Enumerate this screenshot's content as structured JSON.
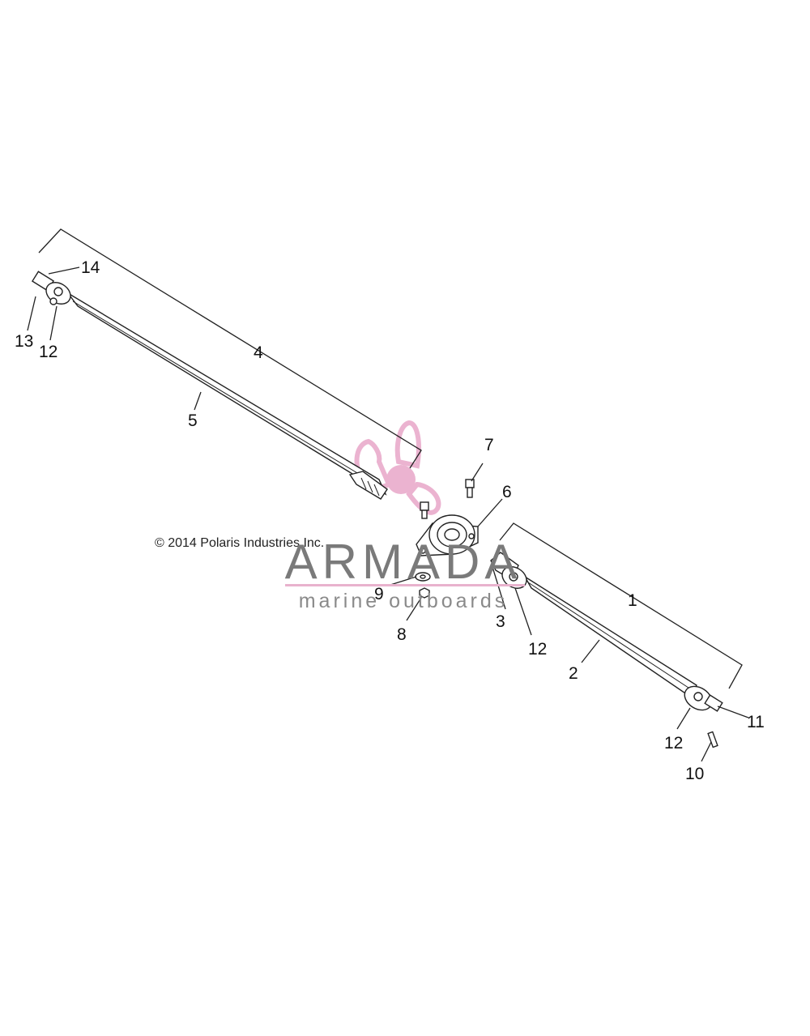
{
  "copyright": "© 2014 Polaris Industries Inc.",
  "watermark": {
    "title": "ARMADA",
    "subtitle": "marine outboards",
    "logo_icon": "propeller-icon",
    "accent_color": "#e8a6c8",
    "text_color": "#7a7a7a"
  },
  "callouts": [
    "1",
    "2",
    "3",
    "4",
    "5",
    "6",
    "7",
    "8",
    "9",
    "10",
    "11",
    "12",
    "12",
    "12",
    "13",
    "14"
  ]
}
